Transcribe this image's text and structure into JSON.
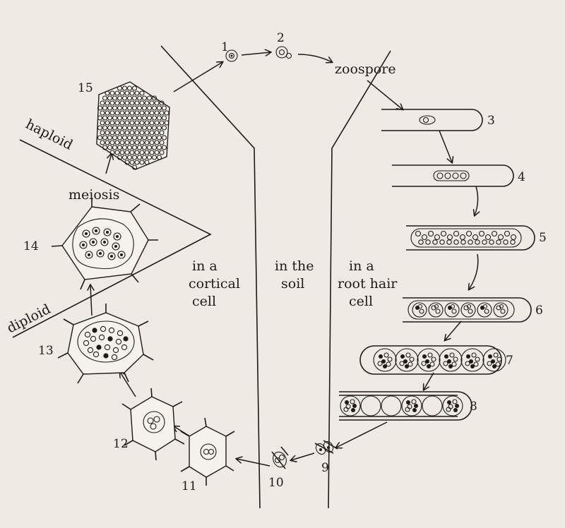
{
  "labels": {
    "stage_1": "1",
    "stage_2": "2",
    "stage_3": "3",
    "stage_4": "4",
    "stage_5": "5",
    "stage_6": "6",
    "stage_7": "7",
    "stage_8": "8",
    "stage_9": "9",
    "stage_10": "10",
    "stage_11": "11",
    "stage_12": "12",
    "stage_13": "13",
    "stage_14": "14",
    "stage_15": "15",
    "zoospore": "zoospore",
    "meiosis": "meiosis",
    "haploid": "haploid",
    "diploid": "diploid",
    "cortical_line1": "in a",
    "cortical_line2": "cortical",
    "cortical_line3": "cell",
    "soil_line1": "in the",
    "soil_line2": "soil",
    "roothair_line1": "in a",
    "roothair_line2": "root hair",
    "roothair_line3": "cell"
  }
}
